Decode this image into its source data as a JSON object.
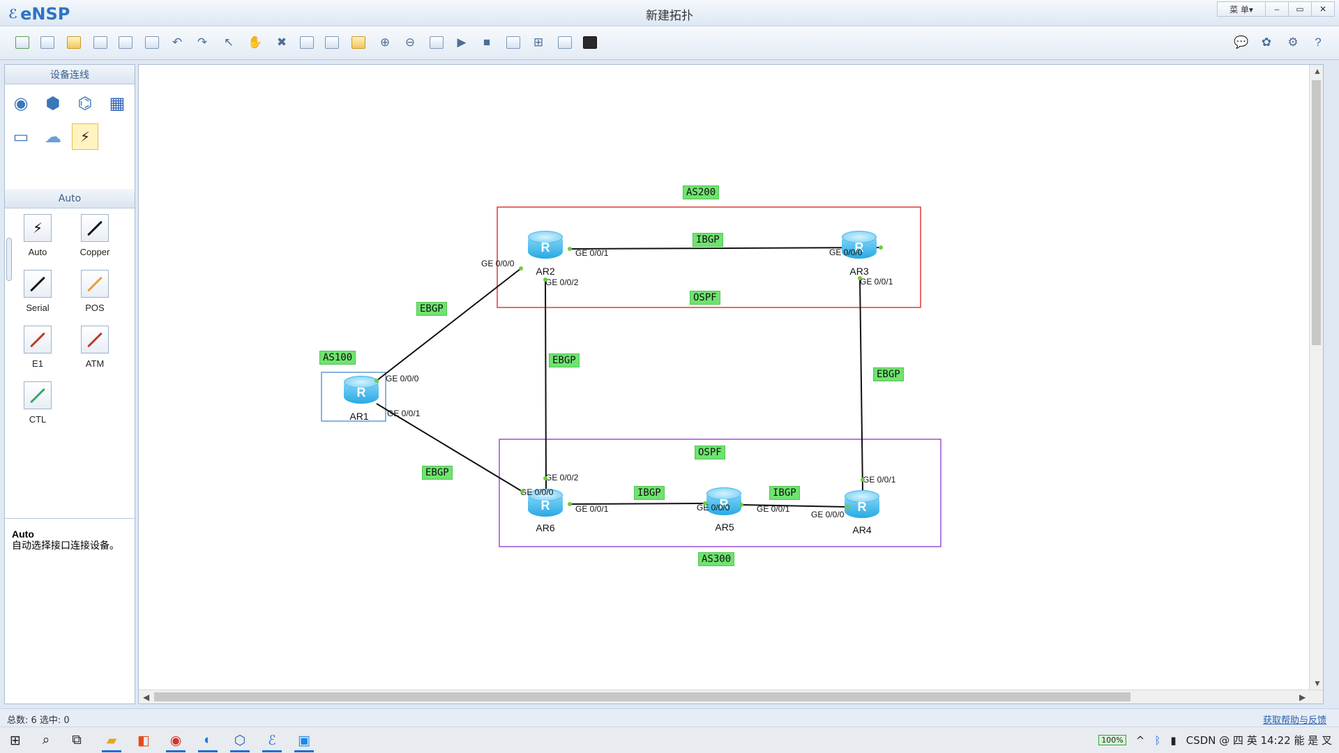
{
  "app": {
    "name": "eNSP",
    "window_title": "新建拓扑",
    "menu_label": "菜 单▾",
    "controls": [
      "–",
      "▭",
      "✕"
    ]
  },
  "toolbar": {
    "icons": [
      "new-topology-icon",
      "new-file-icon",
      "open-icon",
      "save-icon",
      "save-as-icon",
      "print-icon",
      "undo-icon",
      "redo-icon",
      "select-icon",
      "pan-hand-icon",
      "delete-icon",
      "delete-all-links-icon",
      "text-label-icon",
      "rectangle-icon",
      "zoom-in-icon",
      "zoom-out-icon",
      "fit-window-icon",
      "start-device-icon",
      "stop-device-icon",
      "capture-icon",
      "topology-icon",
      "grid-icon",
      "screenshot-icon"
    ],
    "right_icons": [
      "chat-icon",
      "huawei-icon",
      "settings-icon",
      "help-icon"
    ]
  },
  "left_panel": {
    "device_header": "设备连线",
    "devices": [
      "router-icon",
      "switch-icon",
      "wlan-icon",
      "firewall-icon",
      "pc-icon",
      "cloud-icon",
      "auto-link-icon"
    ],
    "cable_header": "Auto",
    "cables": [
      {
        "label": "Auto",
        "color": "#000000"
      },
      {
        "label": "Copper",
        "color": "#111111"
      },
      {
        "label": "Serial",
        "color": "#111111"
      },
      {
        "label": "POS",
        "color": "#f39a2a"
      },
      {
        "label": "E1",
        "color": "#c0392b"
      },
      {
        "label": "ATM",
        "color": "#c0392b"
      },
      {
        "label": "CTL",
        "color": "#3aa66a"
      }
    ],
    "description": {
      "title": "Auto",
      "text": "自动选择接口连接设备。"
    }
  },
  "topology": {
    "area_tags": {
      "as200": "AS200",
      "as100": "AS100",
      "as300": "AS300",
      "ospf_top": "OSPF",
      "ospf_bottom": "OSPF"
    },
    "link_tags": {
      "ibgp_top": "IBGP",
      "ebgp_ar1_ar2": "EBGP",
      "ebgp_ar2_ar6": "EBGP",
      "ebgp_ar3_ar4": "EBGP",
      "ebgp_ar1_ar6": "EBGP",
      "ibgp_ar6_ar5": "IBGP",
      "ibgp_ar5_ar4": "IBGP"
    },
    "routers": {
      "ar1": "AR1",
      "ar2": "AR2",
      "ar3": "AR3",
      "ar4": "AR4",
      "ar5": "AR5",
      "ar6": "AR6"
    },
    "router_glyph": "R",
    "ports": {
      "ar2_g000": "GE 0/0/0",
      "ar2_g001": "GE 0/0/1",
      "ar2_g002": "GE 0/0/2",
      "ar3_g000": "GE 0/0/0",
      "ar3_g001": "GE 0/0/1",
      "ar1_g000": "GE 0/0/0",
      "ar1_g001": "GE 0/0/1",
      "ar6_g002": "GE 0/0/2",
      "ar6_g000": "GE 0/0/0",
      "ar6_g001": "GE 0/0/1",
      "ar5_g000": "GE 0/0/0",
      "ar5_g001": "GE 0/0/1",
      "ar4_g001": "GE 0/0/1",
      "ar4_g000": "GE 0/0/0"
    },
    "colors": {
      "as200_border": "#e03a3a",
      "as300_border": "#9b4fd6",
      "as100_border": "#3a7fd0",
      "tag_bg": "#6fe36f"
    }
  },
  "statusbar": {
    "text": "总数: 6 选中: 0",
    "help": "获取帮助与反馈"
  },
  "taskbar": {
    "apps": [
      "windows-start-icon",
      "search-icon",
      "task-view-icon",
      "file-explorer-icon",
      "office-icon",
      "chrome-icon",
      "edge-icon",
      "virtualbox-icon",
      "ensp-icon",
      "photos-icon"
    ],
    "battery": "100%",
    "tray_text": "CSDN @ 四 英 14:22 能 是 叉"
  }
}
